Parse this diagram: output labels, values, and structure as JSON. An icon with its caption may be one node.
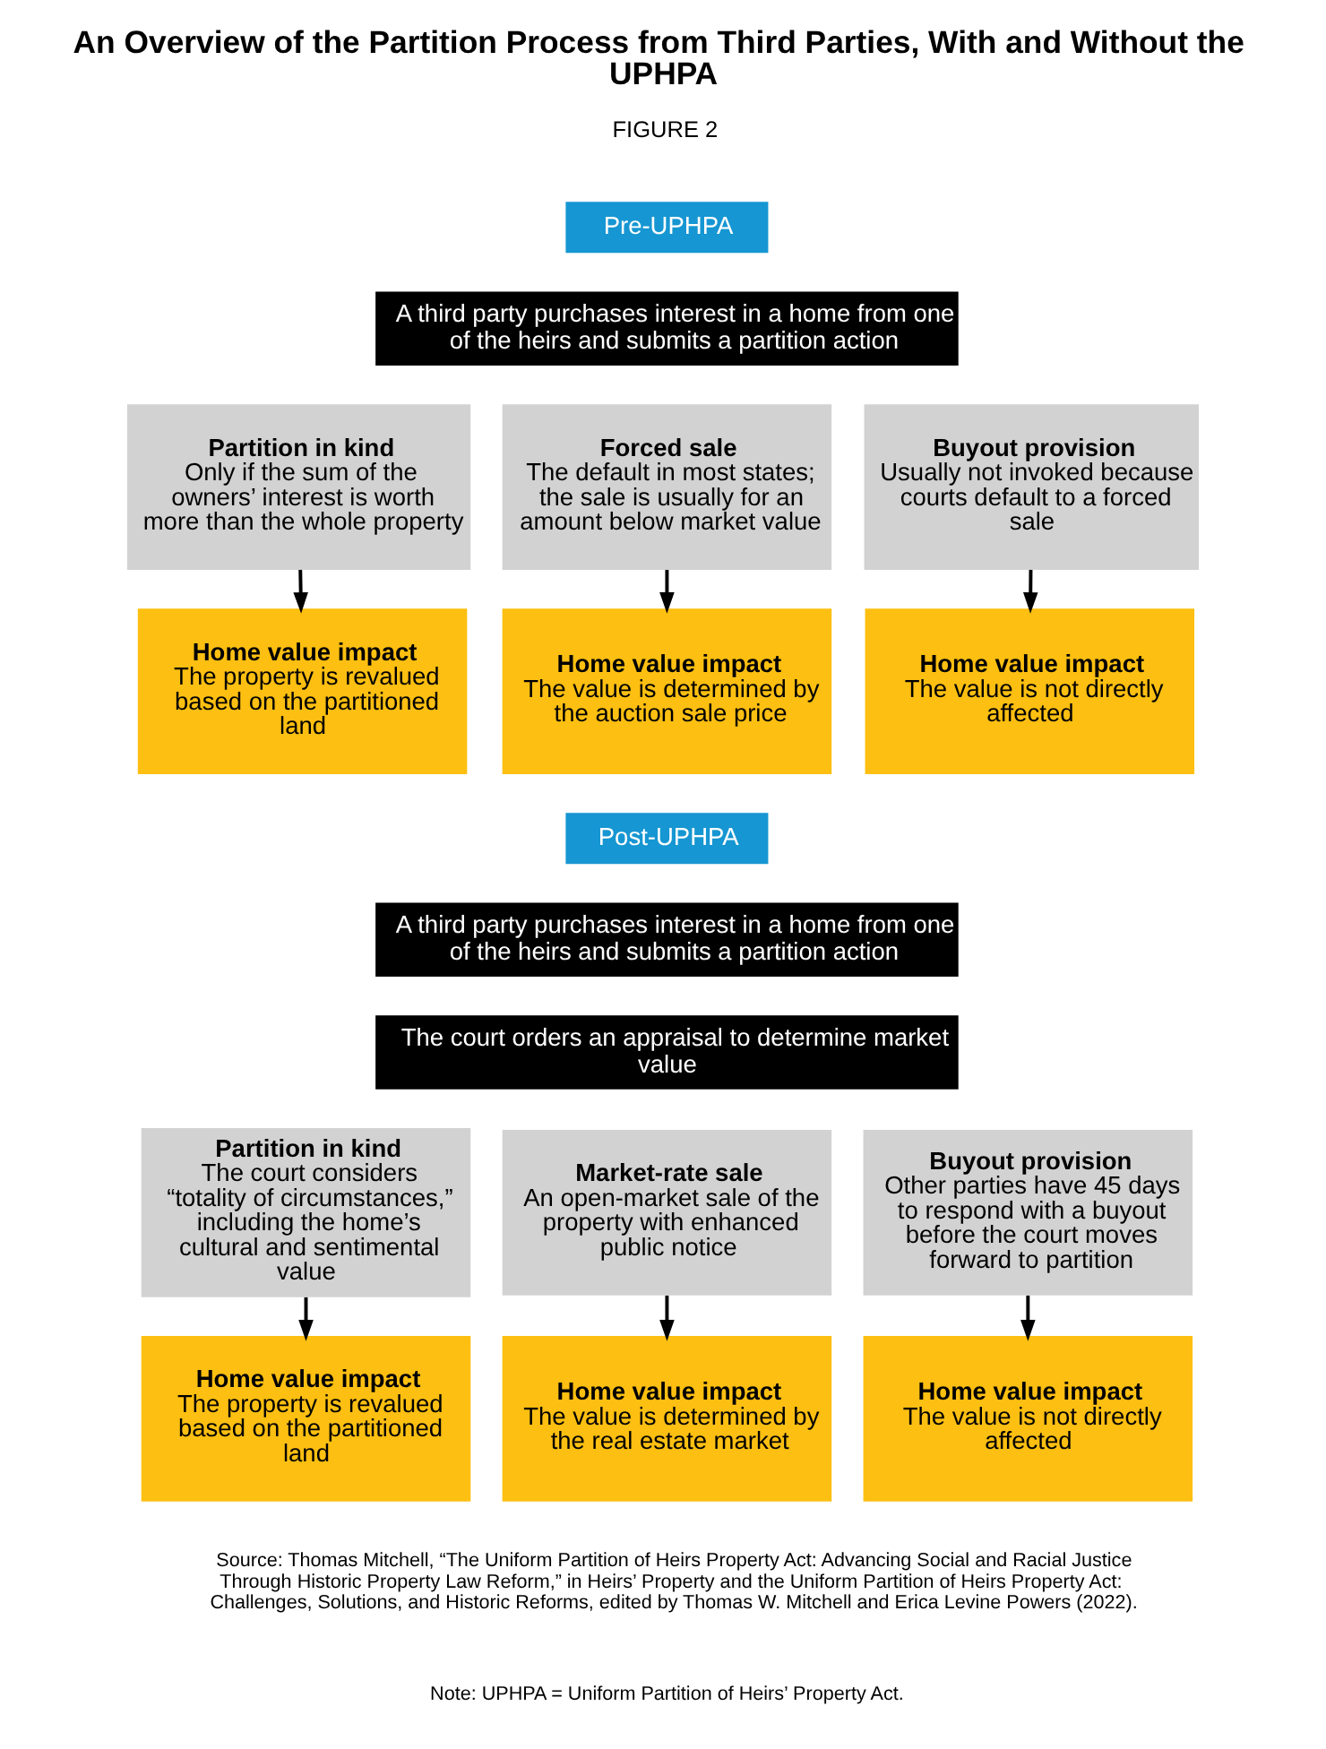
{
  "diagram": {
    "title": "An Overview of the Partition Process from Third Parties, With and Without the UPHPA",
    "nodes": [
      {
        "text": [
          "Pre-UPHPA"
        ]
      },
      {
        "text": [
          "A third party purchases interest in a home from one of the heirs and submits a partition action"
        ]
      },
      {
        "text": [
          "Partition in kind",
          "Only if the sum of the owners’ interest is worth more than the whole property"
        ]
      },
      {
        "text": [
          "Forced sale",
          "The default in most states; the sale is usually for an amount below market value"
        ]
      },
      {
        "text": [
          "Buyout provision",
          "Usually not invoked because courts default to a forced sale"
        ]
      },
      {
        "text": [
          "Home value impact",
          "The property is revalued based on the partitioned land"
        ]
      },
      {
        "text": [
          "Home value impact",
          "The value is determined by the auction sale price"
        ]
      },
      {
        "text": [
          "Home value impact",
          "The value is not directly affected"
        ]
      },
      {
        "text": [
          "Post-UPHPA"
        ]
      },
      {
        "text": [
          "A third party purchases interest in a home from one of the heirs and submits a partition action"
        ]
      },
      {
        "text": [
          "The court orders an appraisal to determine market value"
        ]
      },
      {
        "text": [
          "Partition in kind",
          "The court considers “totality of circumstances,” including the home’s cultural and sentimental value"
        ]
      },
      {
        "text": [
          "Market-rate sale",
          "An open-market sale of the property with enhanced public notice"
        ]
      },
      {
        "text": [
          "Buyout provision",
          "Other parties have 45 days to respond with a buyout before the court moves forward to partition"
        ]
      },
      {
        "text": [
          "Home value impact",
          "The property is revalued based on the partitioned land"
        ]
      },
      {
        "text": [
          "Home value impact",
          "The value is determined by the real estate market"
        ]
      },
      {
        "text": [
          "Home value impact",
          "The value is not directly affected"
        ]
      }
    ],
    "edges": [
      {
        "from": 2,
        "to": 5,
        "arrow": "to"
      },
      {
        "from": 3,
        "to": 6,
        "arrow": "to"
      },
      {
        "from": 4,
        "to": 7,
        "arrow": "to"
      },
      {
        "from": 11,
        "to": 14,
        "arrow": "to"
      },
      {
        "from": 12,
        "to": 15,
        "arrow": "to"
      },
      {
        "from": 13,
        "to": 16,
        "arrow": "to"
      }
    ],
    "labels": [
      "FIGURE 2",
      "Source: Thomas Mitchell, “The Uniform Partition of Heirs Property Act: Advancing Social and Racial Justice Through Historic Property Law Reform,” in Heirs’ Property and the Uniform Partition of Heirs Property Act: Challenges, Solutions, and Historic Reforms, edited by Thomas W. Mitchell and Erica Levine Powers (2022).",
      "Note: UPHPA = Uniform Partition of Heirs’ Property Act."
    ]
  }
}
